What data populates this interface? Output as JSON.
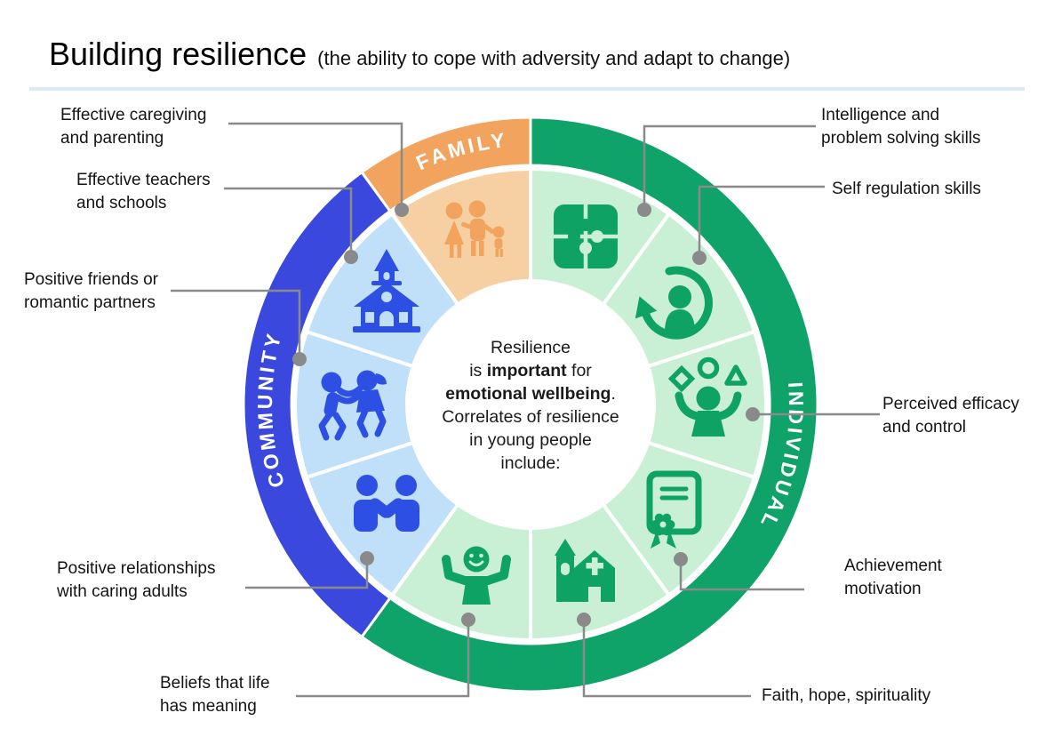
{
  "title": {
    "main": "Building resilience",
    "subtitle": "(the ability to cope with adversity and adapt to change)"
  },
  "center_text": {
    "l1": "Resilience",
    "l2a": "is ",
    "l2b": "important",
    "l2c": " for",
    "l3b": "emotional wellbeing",
    "l3c": ".",
    "l4": "Correlates of resilience",
    "l5": "in young people",
    "l6": "include:"
  },
  "ring_labels": {
    "individual": "INDIVIDUAL",
    "community": "COMMUNITY",
    "family": "FAMILY"
  },
  "callouts": [
    {
      "id": "caregiving",
      "text": "Effective caregiving\nand parenting",
      "category": "FAMILY"
    },
    {
      "id": "teachers",
      "text": "Effective teachers\nand schools",
      "category": "COMMUNITY"
    },
    {
      "id": "friends",
      "text": "Positive friends or\nromantic partners",
      "category": "COMMUNITY"
    },
    {
      "id": "caring-adults",
      "text": "Positive relationships\nwith caring adults",
      "category": "COMMUNITY"
    },
    {
      "id": "beliefs",
      "text": "Beliefs that life\nhas meaning",
      "category": "INDIVIDUAL"
    },
    {
      "id": "faith",
      "text": "Faith, hope, spirituality",
      "category": "INDIVIDUAL"
    },
    {
      "id": "achievement",
      "text": "Achievement\nmotivation",
      "category": "INDIVIDUAL"
    },
    {
      "id": "perceived",
      "text": "Perceived efficacy\nand control",
      "category": "INDIVIDUAL"
    },
    {
      "id": "selfreg",
      "text": "Self regulation skills",
      "category": "INDIVIDUAL"
    },
    {
      "id": "intelligence",
      "text": "Intelligence and\nproblem solving skills",
      "category": "INDIVIDUAL"
    }
  ],
  "segments": [
    {
      "category": "FAMILY",
      "icon": "family-icon",
      "factor": "Effective caregiving and parenting"
    },
    {
      "category": "INDIVIDUAL",
      "icon": "puzzle-icon",
      "factor": "Intelligence and problem solving skills"
    },
    {
      "category": "INDIVIDUAL",
      "icon": "self-regulation-icon",
      "factor": "Self regulation skills"
    },
    {
      "category": "INDIVIDUAL",
      "icon": "juggling-icon",
      "factor": "Perceived efficacy and control"
    },
    {
      "category": "INDIVIDUAL",
      "icon": "certificate-icon",
      "factor": "Achievement motivation"
    },
    {
      "category": "INDIVIDUAL",
      "icon": "church-icon",
      "factor": "Faith, hope, spirituality"
    },
    {
      "category": "INDIVIDUAL",
      "icon": "happy-person-icon",
      "factor": "Beliefs that life has meaning"
    },
    {
      "category": "COMMUNITY",
      "icon": "handshake-icon",
      "factor": "Positive relationships with caring adults"
    },
    {
      "category": "COMMUNITY",
      "icon": "children-playing-icon",
      "factor": "Positive friends or romantic partners"
    },
    {
      "category": "COMMUNITY",
      "icon": "school-icon",
      "factor": "Effective teachers and schools"
    }
  ],
  "colors": {
    "individual_ring": "#0fa36a",
    "individual_fill": "#c9f0d4",
    "community_ring": "#3a48de",
    "community_fill": "#bfe0f8",
    "family_ring": "#f2a45f",
    "family_fill": "#f6d0a2",
    "icon_blue": "#2d4fe3",
    "icon_green": "#0ea265",
    "leader_gray": "#8a8a8a",
    "divider_blue": "#daeaf7"
  }
}
